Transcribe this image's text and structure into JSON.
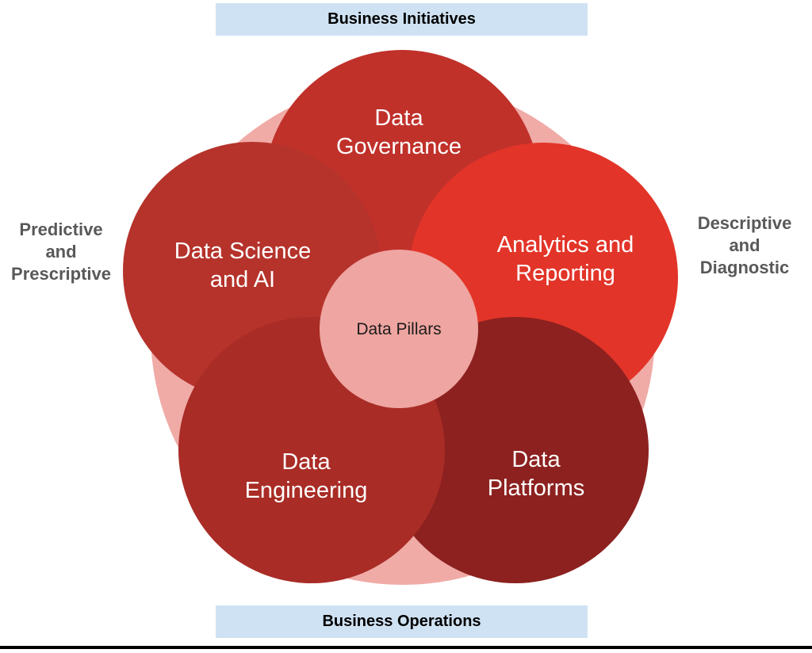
{
  "banners": {
    "bg_color": "#cfe2f3",
    "top": {
      "label": "Business Initiatives"
    },
    "bottom": {
      "label": "Business Operations"
    }
  },
  "side_labels": {
    "text_color": "#595959",
    "left": {
      "line1": "Predictive",
      "line2": "and",
      "line3": "Prescriptive"
    },
    "right": {
      "line1": "Descriptive",
      "line2": "and",
      "line3": "Diagnostic"
    }
  },
  "diagram": {
    "backdrop_color": "#f0aba7",
    "petals": {
      "governance": {
        "line1": "Data",
        "line2": "Governance",
        "color": "#c0312a"
      },
      "science": {
        "line1": "Data Science",
        "line2": "and AI",
        "color": "#b5332b"
      },
      "analytics": {
        "line1": "Analytics and",
        "line2": "Reporting",
        "color": "#e23428"
      },
      "platforms": {
        "line1": "Data",
        "line2": "Platforms",
        "color": "#8c211f"
      },
      "engineering": {
        "line1": "Data",
        "line2": "Engineering",
        "color": "#a92c26"
      }
    },
    "center": {
      "label": "Data Pillars",
      "color": "#efa5a1",
      "text_color": "#1b1b1b"
    }
  }
}
